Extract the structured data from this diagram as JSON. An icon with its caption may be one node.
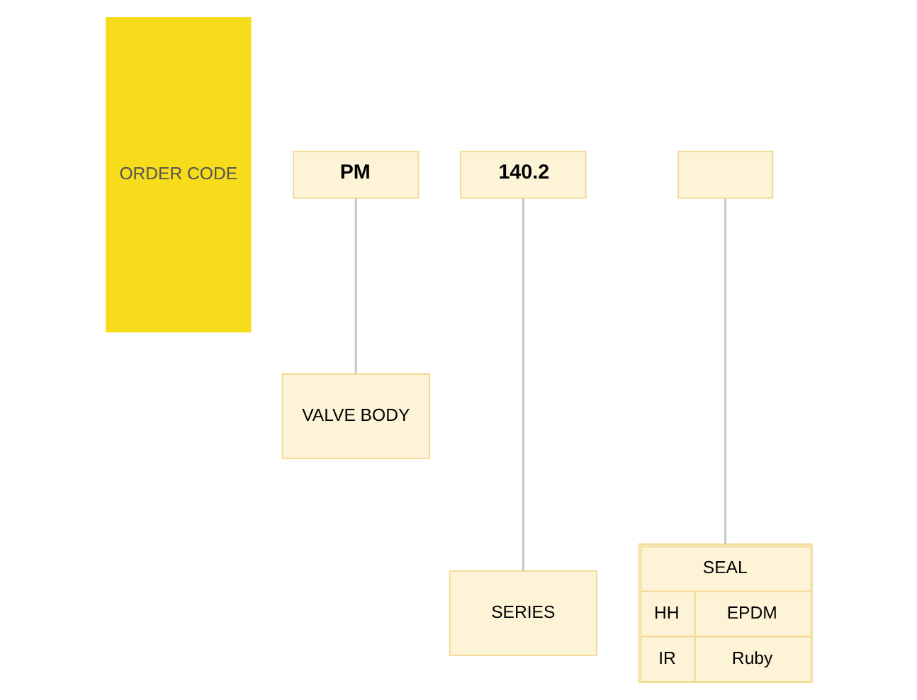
{
  "diagram": {
    "nodes": [
      {
        "text": [
          "PM"
        ]
      },
      {
        "text": [
          "140.2"
        ]
      },
      {
        "text": [],
        "shape": "box"
      },
      {
        "text": [
          "VALVE BODY"
        ]
      },
      {
        "text": [
          "SERIES"
        ]
      },
      {
        "text": [
          "SEAL",
          "HH",
          "EPDM",
          "IR",
          "Ruby"
        ]
      },
      {
        "text": [
          "ORDER CODE"
        ]
      }
    ],
    "edges": [
      {
        "from": 0,
        "to": 3,
        "arrow": "none"
      },
      {
        "from": 1,
        "to": 4,
        "arrow": "none"
      },
      {
        "from": 2,
        "to": 5,
        "arrow": "none"
      }
    ]
  }
}
